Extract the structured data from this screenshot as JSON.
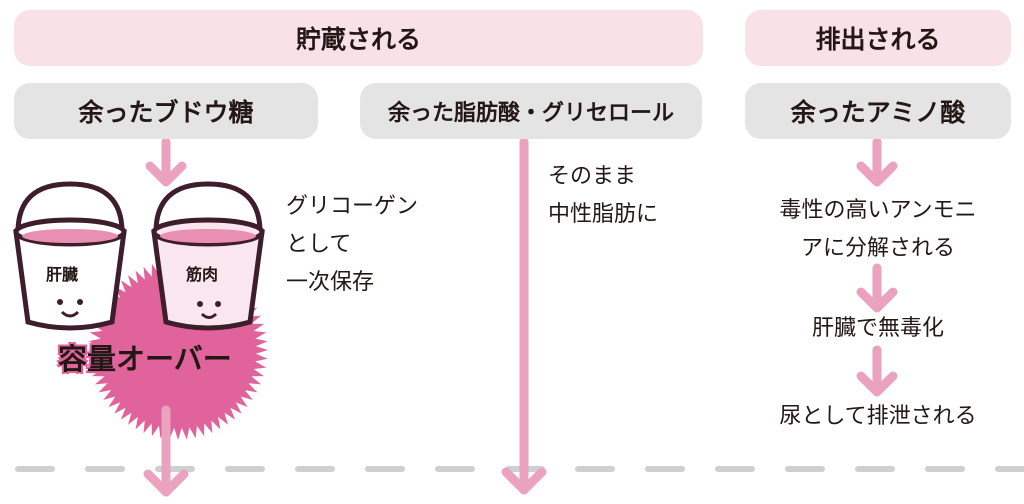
{
  "headers": {
    "stored": "貯蔵される",
    "excreted": "排出される"
  },
  "sources": {
    "glucose": "余ったブドウ糖",
    "fatty_acid": "余った脂肪酸・グリセロール",
    "amino_acid": "余ったアミノ酸"
  },
  "buckets": {
    "liver": "肝臓",
    "muscle": "筋肉"
  },
  "overflow": "容量オーバー",
  "glycogen_note": [
    "グリコーゲン",
    "として",
    "一次保存"
  ],
  "fat_note": [
    "そのまま",
    "中性脂肪に"
  ],
  "amino_steps": [
    "毒性の高いアンモニ",
    "アに分解される",
    "肝臓で無毒化",
    "尿として排泄される"
  ],
  "colors": {
    "header": "#f9e1e8",
    "box": "#e4e4e4",
    "arrow": "#eaa2bf",
    "burst": "#e0649b",
    "outline": "#3f1e2b"
  }
}
